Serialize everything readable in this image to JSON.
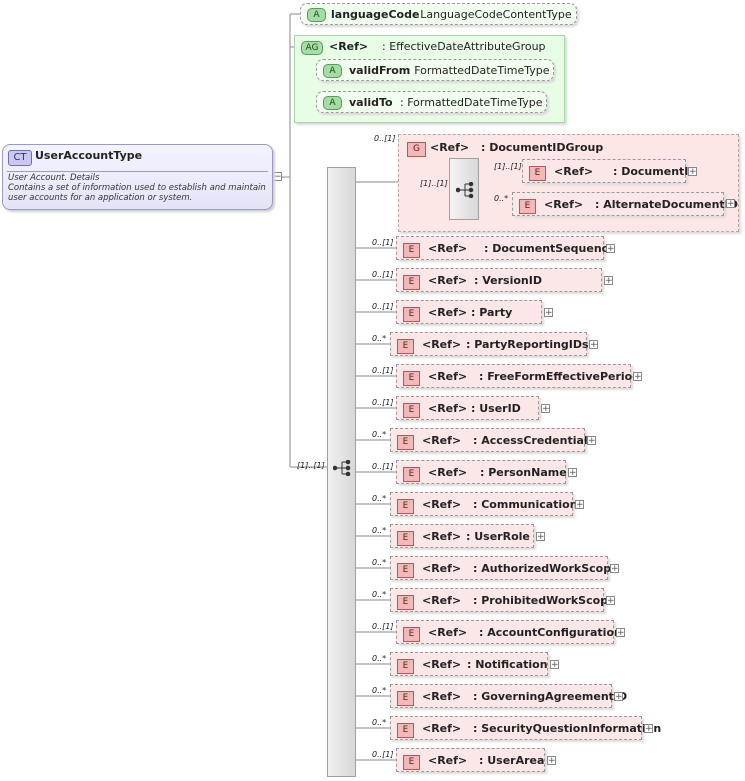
{
  "complex_type": {
    "badge": "CT",
    "name": "UserAccountType",
    "doc_title": "User Account. Details",
    "doc_text": "Contains a set of information used to establish and maintain user accounts for an application or system."
  },
  "attribute": {
    "badge": "A",
    "name": "languageCode",
    "type": ": LanguageCodeContentType"
  },
  "attribute_group": {
    "badge": "AG",
    "ref": "<Ref>",
    "name": ": EffectiveDateAttributeGroup",
    "attributes": [
      {
        "badge": "A",
        "name": "validFrom",
        "type": ": FormattedDateTimeType"
      },
      {
        "badge": "A",
        "name": "validTo",
        "type": ": FormattedDateTimeType"
      }
    ]
  },
  "group": {
    "badge": "G",
    "ref": "<Ref>",
    "name": ": DocumentIDGroup",
    "cardinality": "0..[1]",
    "inner_cardinality": "[1]..[1]",
    "elements": [
      {
        "badge": "E",
        "ref": "<Ref>",
        "name": ": DocumentID",
        "cardinality": "[1]..[1]"
      },
      {
        "badge": "E",
        "ref": "<Ref>",
        "name": ": AlternateDocumentID",
        "cardinality": "0..*"
      }
    ]
  },
  "sequence": {
    "cardinality": "[1]..[1]"
  },
  "elements": [
    {
      "badge": "E",
      "ref": "<Ref>",
      "name": ": DocumentSequence",
      "cardinality": "0..[1]"
    },
    {
      "badge": "E",
      "ref": "<Ref>",
      "name": ": VersionID",
      "cardinality": "0..[1]"
    },
    {
      "badge": "E",
      "ref": "<Ref>",
      "name": ": Party",
      "cardinality": "0..[1]"
    },
    {
      "badge": "E",
      "ref": "<Ref>",
      "name": ": PartyReportingIDs",
      "cardinality": "0..*"
    },
    {
      "badge": "E",
      "ref": "<Ref>",
      "name": ": FreeFormEffectivePeriod",
      "cardinality": "0..[1]"
    },
    {
      "badge": "E",
      "ref": "<Ref>",
      "name": ": UserID",
      "cardinality": "0..[1]"
    },
    {
      "badge": "E",
      "ref": "<Ref>",
      "name": ": AccessCredential",
      "cardinality": "0..*"
    },
    {
      "badge": "E",
      "ref": "<Ref>",
      "name": ": PersonName",
      "cardinality": "0..[1]"
    },
    {
      "badge": "E",
      "ref": "<Ref>",
      "name": ": Communication",
      "cardinality": "0..*"
    },
    {
      "badge": "E",
      "ref": "<Ref>",
      "name": ": UserRole",
      "cardinality": "0..*"
    },
    {
      "badge": "E",
      "ref": "<Ref>",
      "name": ": AuthorizedWorkScope",
      "cardinality": "0..*"
    },
    {
      "badge": "E",
      "ref": "<Ref>",
      "name": ": ProhibitedWorkScope",
      "cardinality": "0..*"
    },
    {
      "badge": "E",
      "ref": "<Ref>",
      "name": ": AccountConfiguration",
      "cardinality": "0..[1]"
    },
    {
      "badge": "E",
      "ref": "<Ref>",
      "name": ": Notification",
      "cardinality": "0..*"
    },
    {
      "badge": "E",
      "ref": "<Ref>",
      "name": ": GoverningAgreementID",
      "cardinality": "0..*"
    },
    {
      "badge": "E",
      "ref": "<Ref>",
      "name": ": SecurityQuestionInformation",
      "cardinality": "0..*"
    },
    {
      "badge": "E",
      "ref": "<Ref>",
      "name": ": UserArea",
      "cardinality": "0..[1]"
    }
  ],
  "icons": {
    "expand": "+",
    "collapse": "−",
    "sequence": "sequence-icon"
  }
}
